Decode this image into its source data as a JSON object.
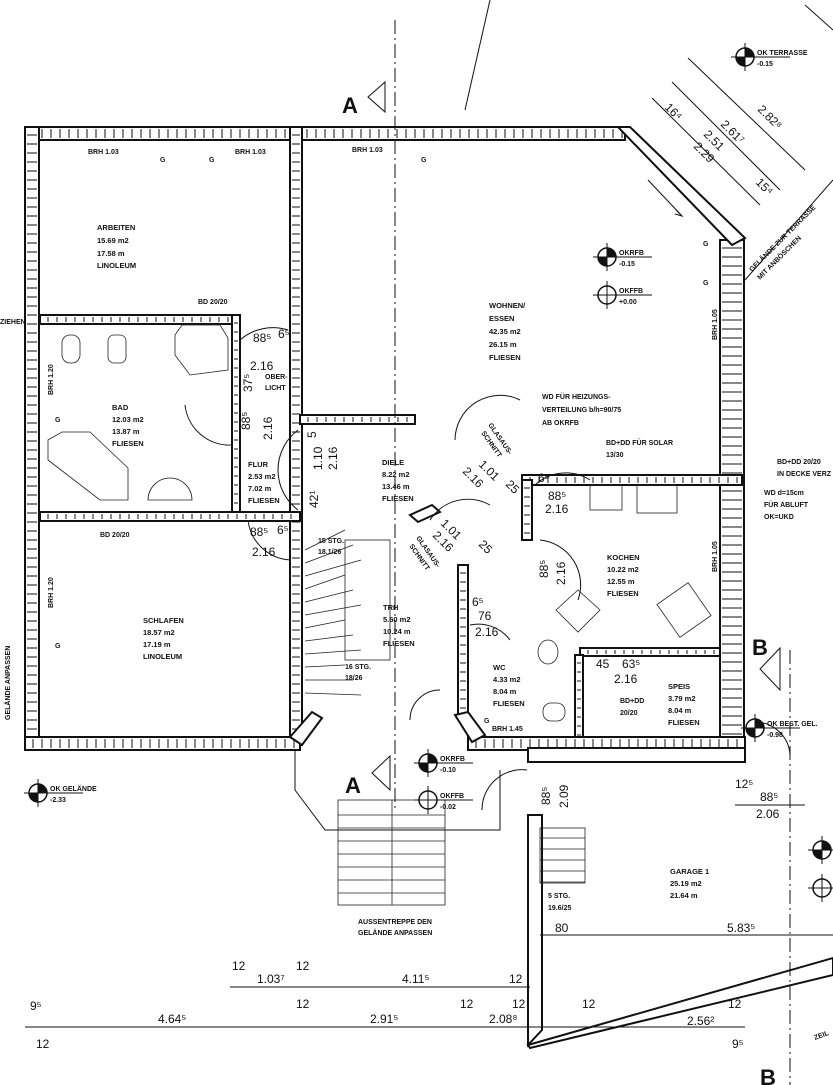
{
  "rooms": {
    "arbeiten": {
      "name": "ARBEITEN",
      "area": "15.69 m2",
      "perimeter": "17.58 m",
      "floor": "LINOLEUM"
    },
    "bad": {
      "name": "BAD",
      "area": "12.03 m2",
      "perimeter": "13.87 m",
      "floor": "FLIESEN"
    },
    "flur": {
      "name": "FLUR",
      "area": "2.53 m2",
      "perimeter": "7.02 m",
      "floor": "FLIESEN"
    },
    "diele": {
      "name": "DIELE",
      "area": "8.22 m2",
      "perimeter": "13.46 m",
      "floor": "FLIESEN"
    },
    "wohnen": {
      "name": "WOHNEN/",
      "name2": "ESSEN",
      "area": "42.35 m2",
      "perimeter": "26.15 m",
      "floor": "FLIESEN"
    },
    "kochen": {
      "name": "KOCHEN",
      "area": "10.22 m2",
      "perimeter": "12.55 m",
      "floor": "FLIESEN"
    },
    "trh": {
      "name": "TRH",
      "area": "5.60 m2",
      "perimeter": "10.24 m",
      "floor": "FLIESEN"
    },
    "wc": {
      "name": "WC",
      "area": "4.33 m2",
      "perimeter": "8.04 m",
      "floor": "FLIESEN"
    },
    "speis": {
      "name": "SPEIS",
      "area": "3.79 m2",
      "perimeter": "8.04 m",
      "floor": "FLIESEN"
    },
    "schlafen": {
      "name": "SCHLAFEN",
      "area": "18.57 m2",
      "perimeter": "17.19 m",
      "floor": "LINOLEUM"
    },
    "garage": {
      "name": "GARAGE 1",
      "area": "25.19 m2",
      "perimeter": "21.64 m"
    }
  },
  "levels": {
    "ok_terrasse": {
      "label": "OK TERRASSE",
      "value": "-0.15"
    },
    "okrfb_wohnen": {
      "label": "OKRFB",
      "value": "-0.15"
    },
    "okffb_wohnen": {
      "label": "OKFFB",
      "value": "+0.00"
    },
    "ok_gelaende": {
      "label": "OK GELÄNDE",
      "value": "-2.33"
    },
    "okrfb_entry": {
      "label": "OKRFB",
      "value": "-0.10"
    },
    "okffb_entry": {
      "label": "OKFFB",
      "value": "-0.02"
    },
    "ok_best_gel": {
      "label": "OK BEST. GEL.",
      "value": "-0.98"
    }
  },
  "notes": {
    "brh_103": "BRH 1.03",
    "brh_120": "BRH 1.20",
    "brh_105": "BRH 1.05",
    "brh_145": "BRH 1.45",
    "g": "G",
    "bd_2020": "BD 20/20",
    "oberlicht_1": "OBER-",
    "oberlicht_2": "LICHT",
    "heizung_1": "WD FÜR HEIZUNGS-",
    "heizung_2": "VERTEILUNG b/h=90/75",
    "heizung_3": "AB OKRFB",
    "solar_1": "BD+DD FÜR SOLAR",
    "solar_2": "13/30",
    "decke_1": "BD+DD 20/20",
    "decke_2": "IN DECKE VERZ",
    "abluft_1": "WD d=15cm",
    "abluft_2": "FÜR ABLUFT",
    "abluft_3": "OK=UKD",
    "bddd_wc_1": "BD+DD",
    "bddd_wc_2": "20/20",
    "glas_1": "GLASAUS-",
    "glas_2": "SCHNITT",
    "stg_upper_1": "15 STG.",
    "stg_upper_2": "18.1/26",
    "stg_lower_1": "16 STG.",
    "stg_lower_2": "18/26",
    "stg_garage_1": "5 STG.",
    "stg_garage_2": "19.6/25",
    "aussentreppe_1": "AUSSENTREPPE DEN",
    "aussentreppe_2": "GELÄNDE ANPASSEN",
    "gelaende_anpassen": "GELÄNDE ANPASSEN",
    "gelaende_terrasse_1": "GELÄNDE ZUR TERRASSE",
    "gelaende_terrasse_2": "MIT ANBÖSCHEN",
    "ziehen": "ZIEHEN",
    "zeil": "ZEIL"
  },
  "sections": {
    "a": "A",
    "b": "B"
  },
  "dimensions": {
    "d216": "2.16",
    "d885": "88⁵",
    "d65": "6⁵",
    "d375": "37⁵",
    "d110": "1.10",
    "d42": "42¹",
    "d5": "5",
    "d101": "1.01",
    "d25": "25",
    "d76": "76",
    "d45": "45",
    "d635": "63⁵",
    "d209": "2.09",
    "d125": "12⁵",
    "d206": "2.06",
    "d80": "80",
    "d5835": "5.83⁵",
    "d12": "12",
    "d1037": "1.03⁷",
    "d4115": "4.11⁵",
    "d95": "9⁵",
    "d4645": "4.64⁵",
    "d2915": "2.91⁵",
    "d2088": "2.08⁸",
    "d2562": "2.56²",
    "d164": "16⁴",
    "d2617": "2.61⁷",
    "d251": "2.51",
    "d229": "2.29",
    "d2828": "2.82⁸",
    "d154": "15⁴"
  }
}
